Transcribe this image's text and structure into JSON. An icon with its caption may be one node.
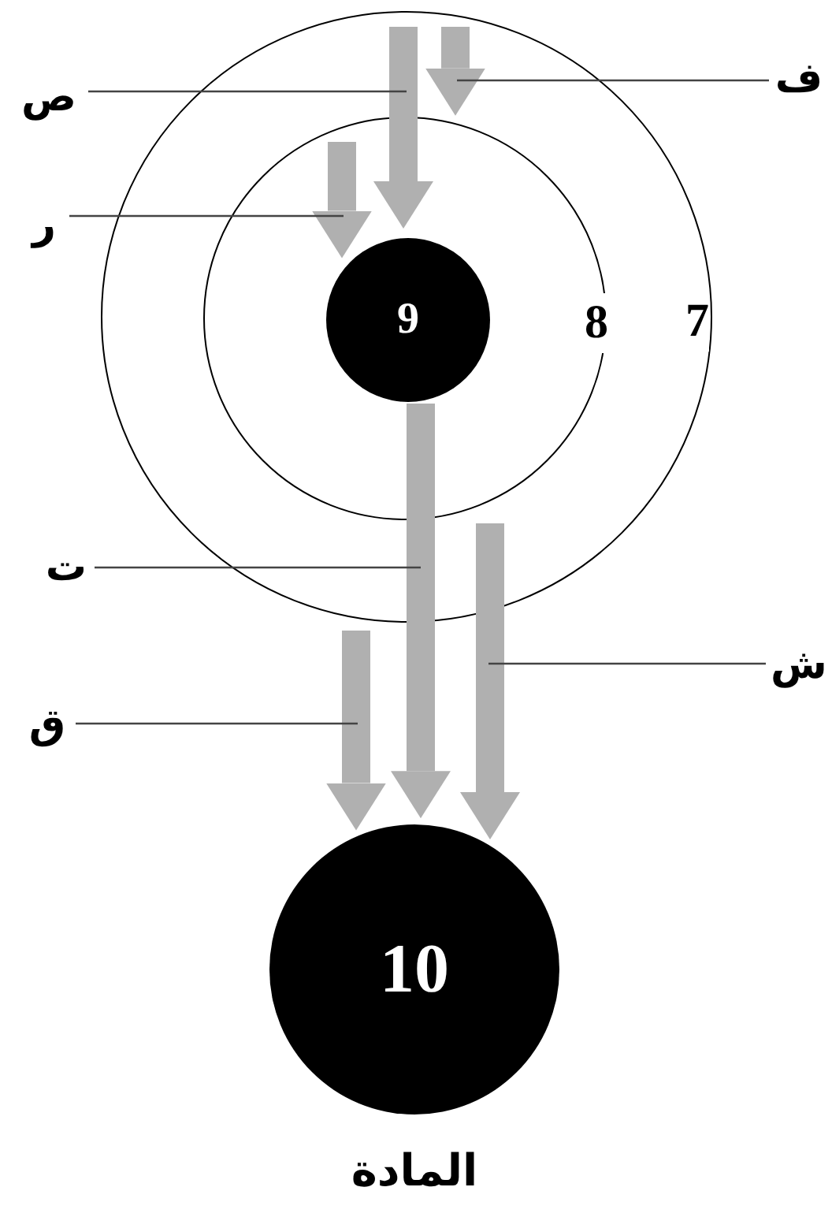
{
  "diagram": {
    "nodes": [
      {
        "text": [
          "7"
        ]
      },
      {
        "text": [
          "8"
        ],
        "in": 0
      },
      {
        "text": [
          "9"
        ],
        "in": 1
      },
      {
        "text": [
          "ف"
        ]
      },
      {
        "text": [
          "ص"
        ]
      },
      {
        "text": [
          "ر"
        ]
      },
      {
        "text": [
          "ت"
        ]
      },
      {
        "text": [
          "ش"
        ]
      },
      {
        "text": [
          "ق"
        ]
      },
      {
        "text": [
          "10"
        ],
        "beside": [
          "المادة"
        ]
      }
    ],
    "edges": [
      {
        "from": null,
        "to": 1,
        "arrow": "to",
        "style": "thick",
        "color": "#b0b0b0"
      },
      {
        "from": null,
        "to": 2,
        "arrow": "to",
        "style": "thick",
        "color": "#b0b0b0"
      },
      {
        "from": null,
        "to": 2,
        "arrow": "to",
        "style": "thick",
        "color": "#b0b0b0"
      },
      {
        "from": 2,
        "to": 9,
        "arrow": "to",
        "style": "thick",
        "color": "#b0b0b0"
      },
      {
        "from": 1,
        "to": 9,
        "arrow": "to",
        "style": "thick",
        "color": "#b0b0b0"
      },
      {
        "from": 0,
        "to": 9,
        "arrow": "to",
        "style": "thick",
        "color": "#b0b0b0"
      },
      {
        "from": 3,
        "to": null,
        "arrow": "none",
        "color": "#444444"
      },
      {
        "from": 4,
        "to": null,
        "arrow": "none",
        "color": "#444444"
      },
      {
        "from": 5,
        "to": null,
        "arrow": "none",
        "color": "#444444"
      },
      {
        "from": 6,
        "to": null,
        "arrow": "none",
        "color": "#444444"
      },
      {
        "from": 7,
        "to": null,
        "arrow": "none",
        "color": "#444444"
      },
      {
        "from": 8,
        "to": null,
        "arrow": "none",
        "color": "#444444"
      }
    ]
  }
}
